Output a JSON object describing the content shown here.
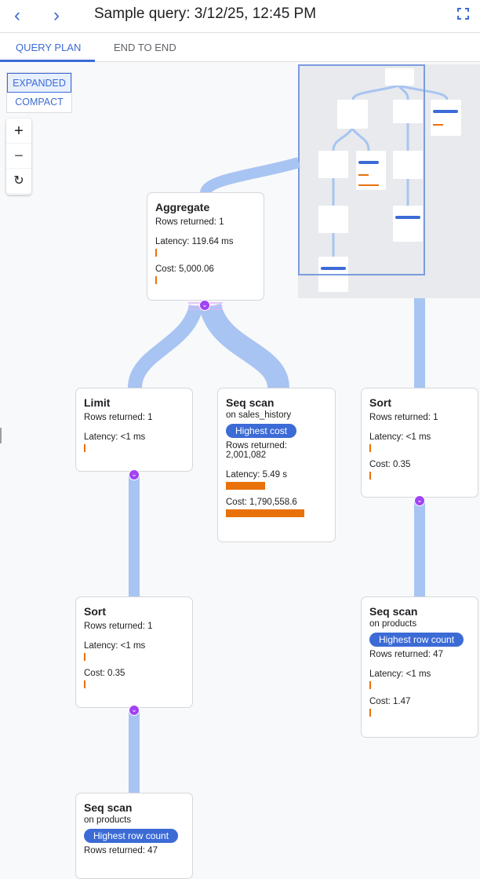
{
  "header": {
    "title": "Sample query: 3/12/25, 12:45 PM",
    "back_icon": "chevron-left-icon",
    "forward_icon": "chevron-right-icon",
    "fullscreen_icon": "fullscreen-icon"
  },
  "tabs": [
    {
      "label": "QUERY PLAN",
      "active": true
    },
    {
      "label": "END TO END",
      "active": false
    }
  ],
  "view_modes": [
    {
      "label": "EXPANDED",
      "selected": true
    },
    {
      "label": "COMPACT",
      "selected": false
    }
  ],
  "zoom_controls": {
    "zoom_in": "+",
    "zoom_out": "−",
    "reset": "↻"
  },
  "colors": {
    "accent": "#3c6bd6",
    "bar": "#e8710a",
    "edge": "#a8c4f2",
    "expand": "#a142f4"
  },
  "nodes": {
    "aggregate": {
      "title": "Aggregate",
      "rows": "Rows returned: 1",
      "latency": "Latency: 119.64 ms",
      "cost": "Cost: 5,000.06"
    },
    "limit": {
      "title": "Limit",
      "rows": "Rows returned: 1",
      "latency": "Latency: <1 ms"
    },
    "seq_sales": {
      "title": "Seq scan",
      "on": "on sales_history",
      "badge": "Highest cost",
      "rows_label": "Rows returned:",
      "rows": "2,001,082",
      "latency": "Latency: 5.49 s",
      "cost": "Cost: 1,790,558.6"
    },
    "sort_right": {
      "title": "Sort",
      "rows": "Rows returned: 1",
      "latency": "Latency: <1 ms",
      "cost": "Cost: 0.35"
    },
    "sort_left": {
      "title": "Sort",
      "rows": "Rows returned: 1",
      "latency": "Latency: <1 ms",
      "cost": "Cost: 0.35"
    },
    "seq_products_right": {
      "title": "Seq scan",
      "on": "on products",
      "badge": "Highest row count",
      "rows": "Rows returned: 47",
      "latency": "Latency: <1 ms",
      "cost": "Cost: 1.47"
    },
    "seq_products_left": {
      "title": "Seq scan",
      "on": "on products",
      "badge": "Highest row count",
      "rows": "Rows returned: 47"
    }
  }
}
